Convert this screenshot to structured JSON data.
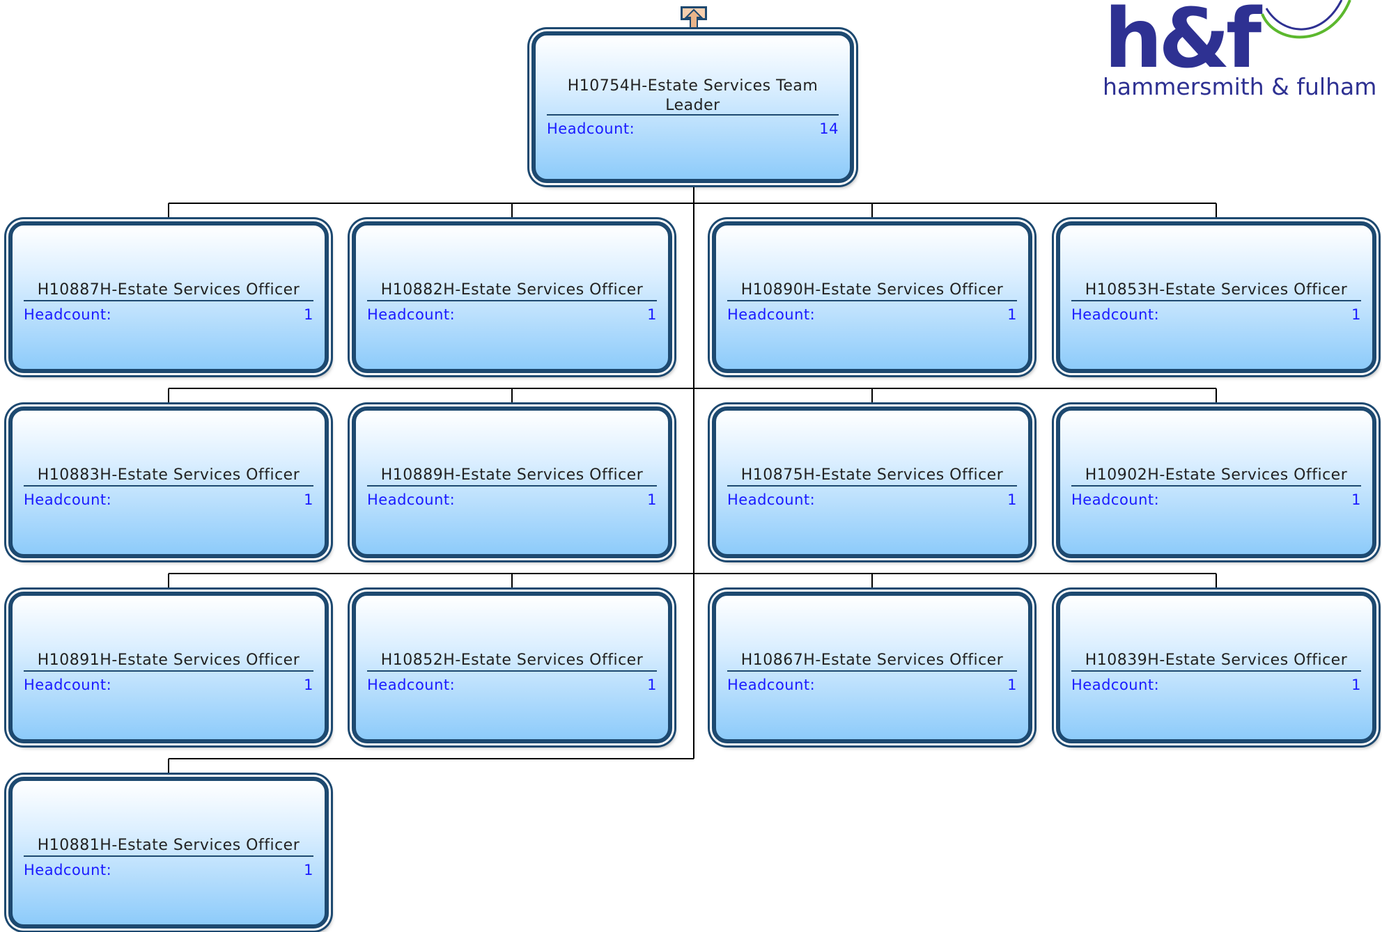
{
  "chart_data": {
    "type": "org-chart",
    "root": {
      "title": "H10754H-Estate Services Team Leader",
      "headcount_label": "Headcount:",
      "headcount": "14"
    },
    "children": [
      {
        "title": "H10887H-Estate Services Officer",
        "headcount_label": "Headcount:",
        "headcount": "1"
      },
      {
        "title": "H10882H-Estate Services Officer",
        "headcount_label": "Headcount:",
        "headcount": "1"
      },
      {
        "title": "H10890H-Estate Services Officer",
        "headcount_label": "Headcount:",
        "headcount": "1"
      },
      {
        "title": "H10853H-Estate Services Officer",
        "headcount_label": "Headcount:",
        "headcount": "1"
      },
      {
        "title": "H10883H-Estate Services Officer",
        "headcount_label": "Headcount:",
        "headcount": "1"
      },
      {
        "title": "H10889H-Estate Services Officer",
        "headcount_label": "Headcount:",
        "headcount": "1"
      },
      {
        "title": "H10875H-Estate Services Officer",
        "headcount_label": "Headcount:",
        "headcount": "1"
      },
      {
        "title": "H10902H-Estate Services Officer",
        "headcount_label": "Headcount:",
        "headcount": "1"
      },
      {
        "title": "H10891H-Estate Services Officer",
        "headcount_label": "Headcount:",
        "headcount": "1"
      },
      {
        "title": "H10852H-Estate Services Officer",
        "headcount_label": "Headcount:",
        "headcount": "1"
      },
      {
        "title": "H10867H-Estate Services Officer",
        "headcount_label": "Headcount:",
        "headcount": "1"
      },
      {
        "title": "H10839H-Estate Services Officer",
        "headcount_label": "Headcount:",
        "headcount": "1"
      },
      {
        "title": "H10881H-Estate Services Officer",
        "headcount_label": "Headcount:",
        "headcount": "1"
      }
    ]
  },
  "logo": {
    "mark": "h&f",
    "name": "hammersmith & fulham",
    "colors": {
      "navy": "#2e3192",
      "green": "#5cb82e"
    }
  },
  "colors": {
    "node_border": "#1d4970",
    "title_text": "#222222",
    "headcount_text": "#1a1aff",
    "gradient_top": "#ffffff",
    "gradient_bottom": "#8dcbfa",
    "up_arrow": "#e8b48a"
  },
  "icons": {
    "navigate_up": "up-arrow-icon"
  }
}
